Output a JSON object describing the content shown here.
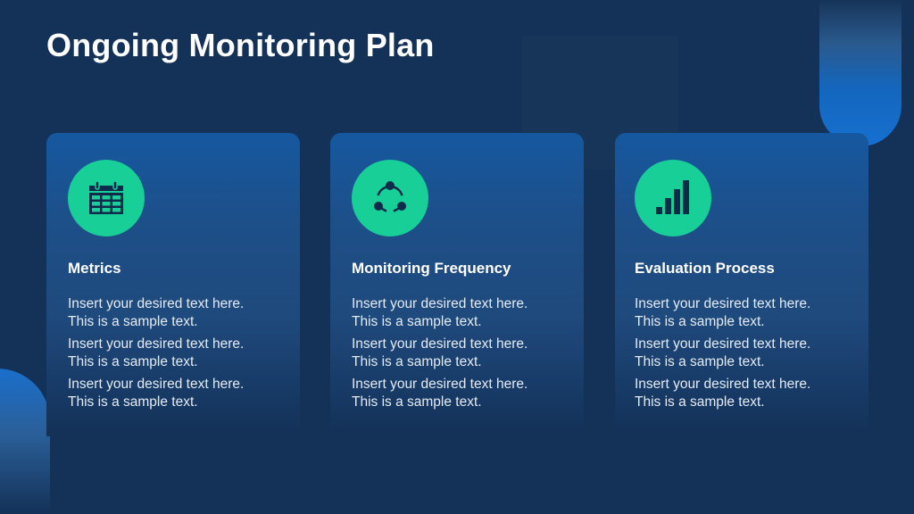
{
  "slide": {
    "title": "Ongoing Monitoring Plan",
    "colors": {
      "background": "#143157",
      "card_top": "#1658a0",
      "icon_circle": "#17cf97",
      "icon_glyph": "#0f2a4a",
      "accent_blue": "#1670d0",
      "text": "#ffffff"
    },
    "cards": [
      {
        "icon": "calendar-icon",
        "heading": "Metrics",
        "paragraphs": [
          {
            "line1": "Insert your desired text here.",
            "line2": "This is a sample text."
          },
          {
            "line1": "Insert your desired text here.",
            "line2": "This is a sample text."
          },
          {
            "line1": "Insert your desired text here.",
            "line2": "This is a sample text."
          }
        ]
      },
      {
        "icon": "cycle-icon",
        "heading": "Monitoring Frequency",
        "paragraphs": [
          {
            "line1": "Insert your desired text here.",
            "line2": "This is a sample text."
          },
          {
            "line1": "Insert your desired text here.",
            "line2": "This is a sample text."
          },
          {
            "line1": "Insert your desired text here.",
            "line2": "This is a sample text."
          }
        ]
      },
      {
        "icon": "bar-chart-icon",
        "heading": "Evaluation Process",
        "paragraphs": [
          {
            "line1": "Insert your desired text here.",
            "line2": "This is a sample text."
          },
          {
            "line1": "Insert your desired text here.",
            "line2": "This is a sample text."
          },
          {
            "line1": "Insert your desired text here.",
            "line2": "This is a sample text."
          }
        ]
      }
    ]
  }
}
